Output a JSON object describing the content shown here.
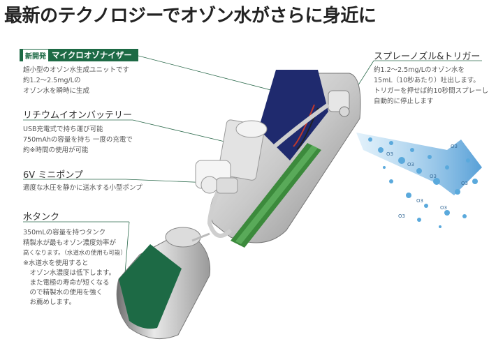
{
  "title": "最新のテクノロジーでオゾン水がさらに身近に",
  "ozone_generator": {
    "badge": "新開発",
    "heading": "マイクロオゾナイザー",
    "lines": [
      "超小型のオゾン水生成ユニットです",
      "約1.2～2.5mg/Lの",
      "オゾン水を瞬時に生成"
    ]
  },
  "battery": {
    "heading": "リチウムイオンバッテリー",
    "lines": [
      "USB充電式で持ち運び可能",
      "750mAhの容量を持ち 一度の充電で",
      "約※時間の使用が可能"
    ]
  },
  "pump": {
    "heading": "6V ミニポンプ",
    "lines": [
      "適度な水圧を静かに送水する小型ポンプ"
    ]
  },
  "tank": {
    "heading": "水タンク",
    "lines": [
      "350mLの容量を持つタンク",
      "精製水が最もオゾン濃度効率が",
      "高くなります。（水道水の使用も可能）"
    ],
    "note": [
      "※水道水を使用すると",
      "　オゾン水濃度は低下します。",
      "　また電極の寿命が短くなる",
      "　ので精製水の使用を強く",
      "　お薦めします。"
    ]
  },
  "nozzle": {
    "heading": "スプレーノズル&トリガー",
    "lines": [
      "約1.2～2.5mg/Lのオゾン水を",
      "15mL（10秒あたり）吐出します。",
      "トリガーを押せば約10秒間スプレーし",
      "自動的に停止します"
    ]
  },
  "colors": {
    "accent": "#1d6a45",
    "mist": "#5aa9dc",
    "ozonizer": "#1f2a6e"
  },
  "o3_label": "O3"
}
